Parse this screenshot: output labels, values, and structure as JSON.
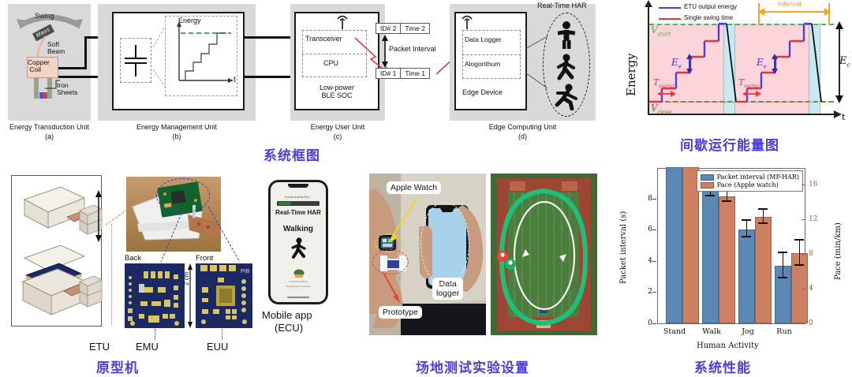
{
  "figure": {
    "captions": {
      "system_block_diagram": "系统框图",
      "intermittent_energy": "间歇运行能量图",
      "prototype": "原型机",
      "field_test": "场地测试实验设置",
      "system_performance": "系统性能"
    }
  },
  "block_diagram": {
    "panels": [
      {
        "title": "Energy Transduction Unit",
        "sub": "(a)"
      },
      {
        "title": "Energy Management Unit",
        "sub": "(b)"
      },
      {
        "title": "Energy User Unit",
        "sub": "(c)"
      },
      {
        "title": "Edge Computing Unit",
        "sub": "(d)"
      }
    ],
    "etu": {
      "swing": "Swing",
      "mass": "Mass",
      "soft_beam": "Soft\nBeam",
      "copper_coil": "Copper\nCoil",
      "iron_sheets": "Iron\nSheets"
    },
    "emu": {
      "energy_axis": "Energy",
      "time_axis": "t",
      "cap_symbol": "capacitor-symbol"
    },
    "euu": {
      "transceiver": "Transceiver",
      "cpu": "CPU",
      "chip_label": "Low-power\nBLE SOC"
    },
    "packet": {
      "top": {
        "id": "ID# 2",
        "time": "Time 2"
      },
      "bottom": {
        "id": "ID# 1",
        "time": "Time 1"
      },
      "interval_label": "Packet Interval"
    },
    "ecu": {
      "data_logger": "Data Logger",
      "algorithm": "Alogorithum",
      "device_label": "Edge Device",
      "har_label": "Real-Time HAR",
      "activities": [
        "standing",
        "walking",
        "running"
      ]
    }
  },
  "energy_chart": {
    "type": "line",
    "title": "",
    "ylabel": "Energy",
    "xlabel": "t",
    "legend": [
      {
        "name": "ETU output energy",
        "color": "#4a3fd6"
      },
      {
        "name": "Single swing time",
        "color": "#f0303c"
      }
    ],
    "annotations": {
      "v_start": "V",
      "v_start_sub": "start",
      "v_close": "V",
      "v_close_sub": "close",
      "interval": "Interval",
      "e_e": "E",
      "e_e_sub": "e",
      "e_c": "E",
      "e_c_sub": "c",
      "t_swing": "T",
      "t_swing_sub": "swing"
    },
    "colors": {
      "charge_region": "#fbd5da",
      "discharge_region": "#c9e9f2",
      "threshold": "#3bbf5a",
      "baseline": "#8a7a4a"
    },
    "steps_per_cycle": 5,
    "cycles": 2
  },
  "prototype": {
    "labels": {
      "etu": "ETU",
      "emu": "EMU",
      "euu": "EUU",
      "back": "Back",
      "front": "Front",
      "pcb_mark": "PIB",
      "scale": "2 cm",
      "mobile_app": "Mobile app",
      "mobile_app_sub": "(ECU)"
    },
    "phone_screen": {
      "app_title": "Human Activity Rec...",
      "url_bar": "lock",
      "heading": "Real-Time HAR",
      "activity": "Walking",
      "icon": "walking-person-icon",
      "footer_1": "Powered by META",
      "footer_2": "ShanghaiTech University"
    }
  },
  "field_test": {
    "callouts": {
      "apple_watch": "Apple Watch",
      "data_logger": "Data\nlogger",
      "prototype": "Prototype"
    },
    "track": {
      "route_color": "#1fbf7a",
      "direction_arrows": 2,
      "start_marker_1": "#e8443a",
      "start_marker_2": "#23b06a"
    }
  },
  "chart_data": {
    "type": "bar",
    "title": "",
    "xlabel": "Human Activity",
    "ylabel": "Packet interval (s)",
    "y2label": "Pace (min/km)",
    "categories": [
      "Stand",
      "Walk",
      "Jog",
      "Run"
    ],
    "ylim": [
      0,
      10
    ],
    "yticks": [
      0,
      2,
      4,
      6,
      8
    ],
    "y2lim": [
      0,
      18
    ],
    "y2ticks": [
      0,
      4,
      8,
      12,
      16
    ],
    "grid": false,
    "legend_position": "top-right",
    "series": [
      {
        "name": "Packet interval (MP-HAR)",
        "color": "#5b88b5",
        "axis": "left",
        "values": [
          10.0,
          8.8,
          6.0,
          3.7
        ],
        "errors": [
          0,
          0.65,
          0.52,
          0.82
        ],
        "clipped": [
          true,
          false,
          false,
          false
        ]
      },
      {
        "name": "Pace (Apple watch)",
        "color": "#ce8063",
        "axis": "right",
        "values": [
          18.0,
          14.6,
          12.3,
          8.1
        ],
        "errors": [
          0,
          0.3,
          0.75,
          1.45
        ],
        "clipped": [
          true,
          false,
          false,
          false
        ]
      }
    ]
  }
}
